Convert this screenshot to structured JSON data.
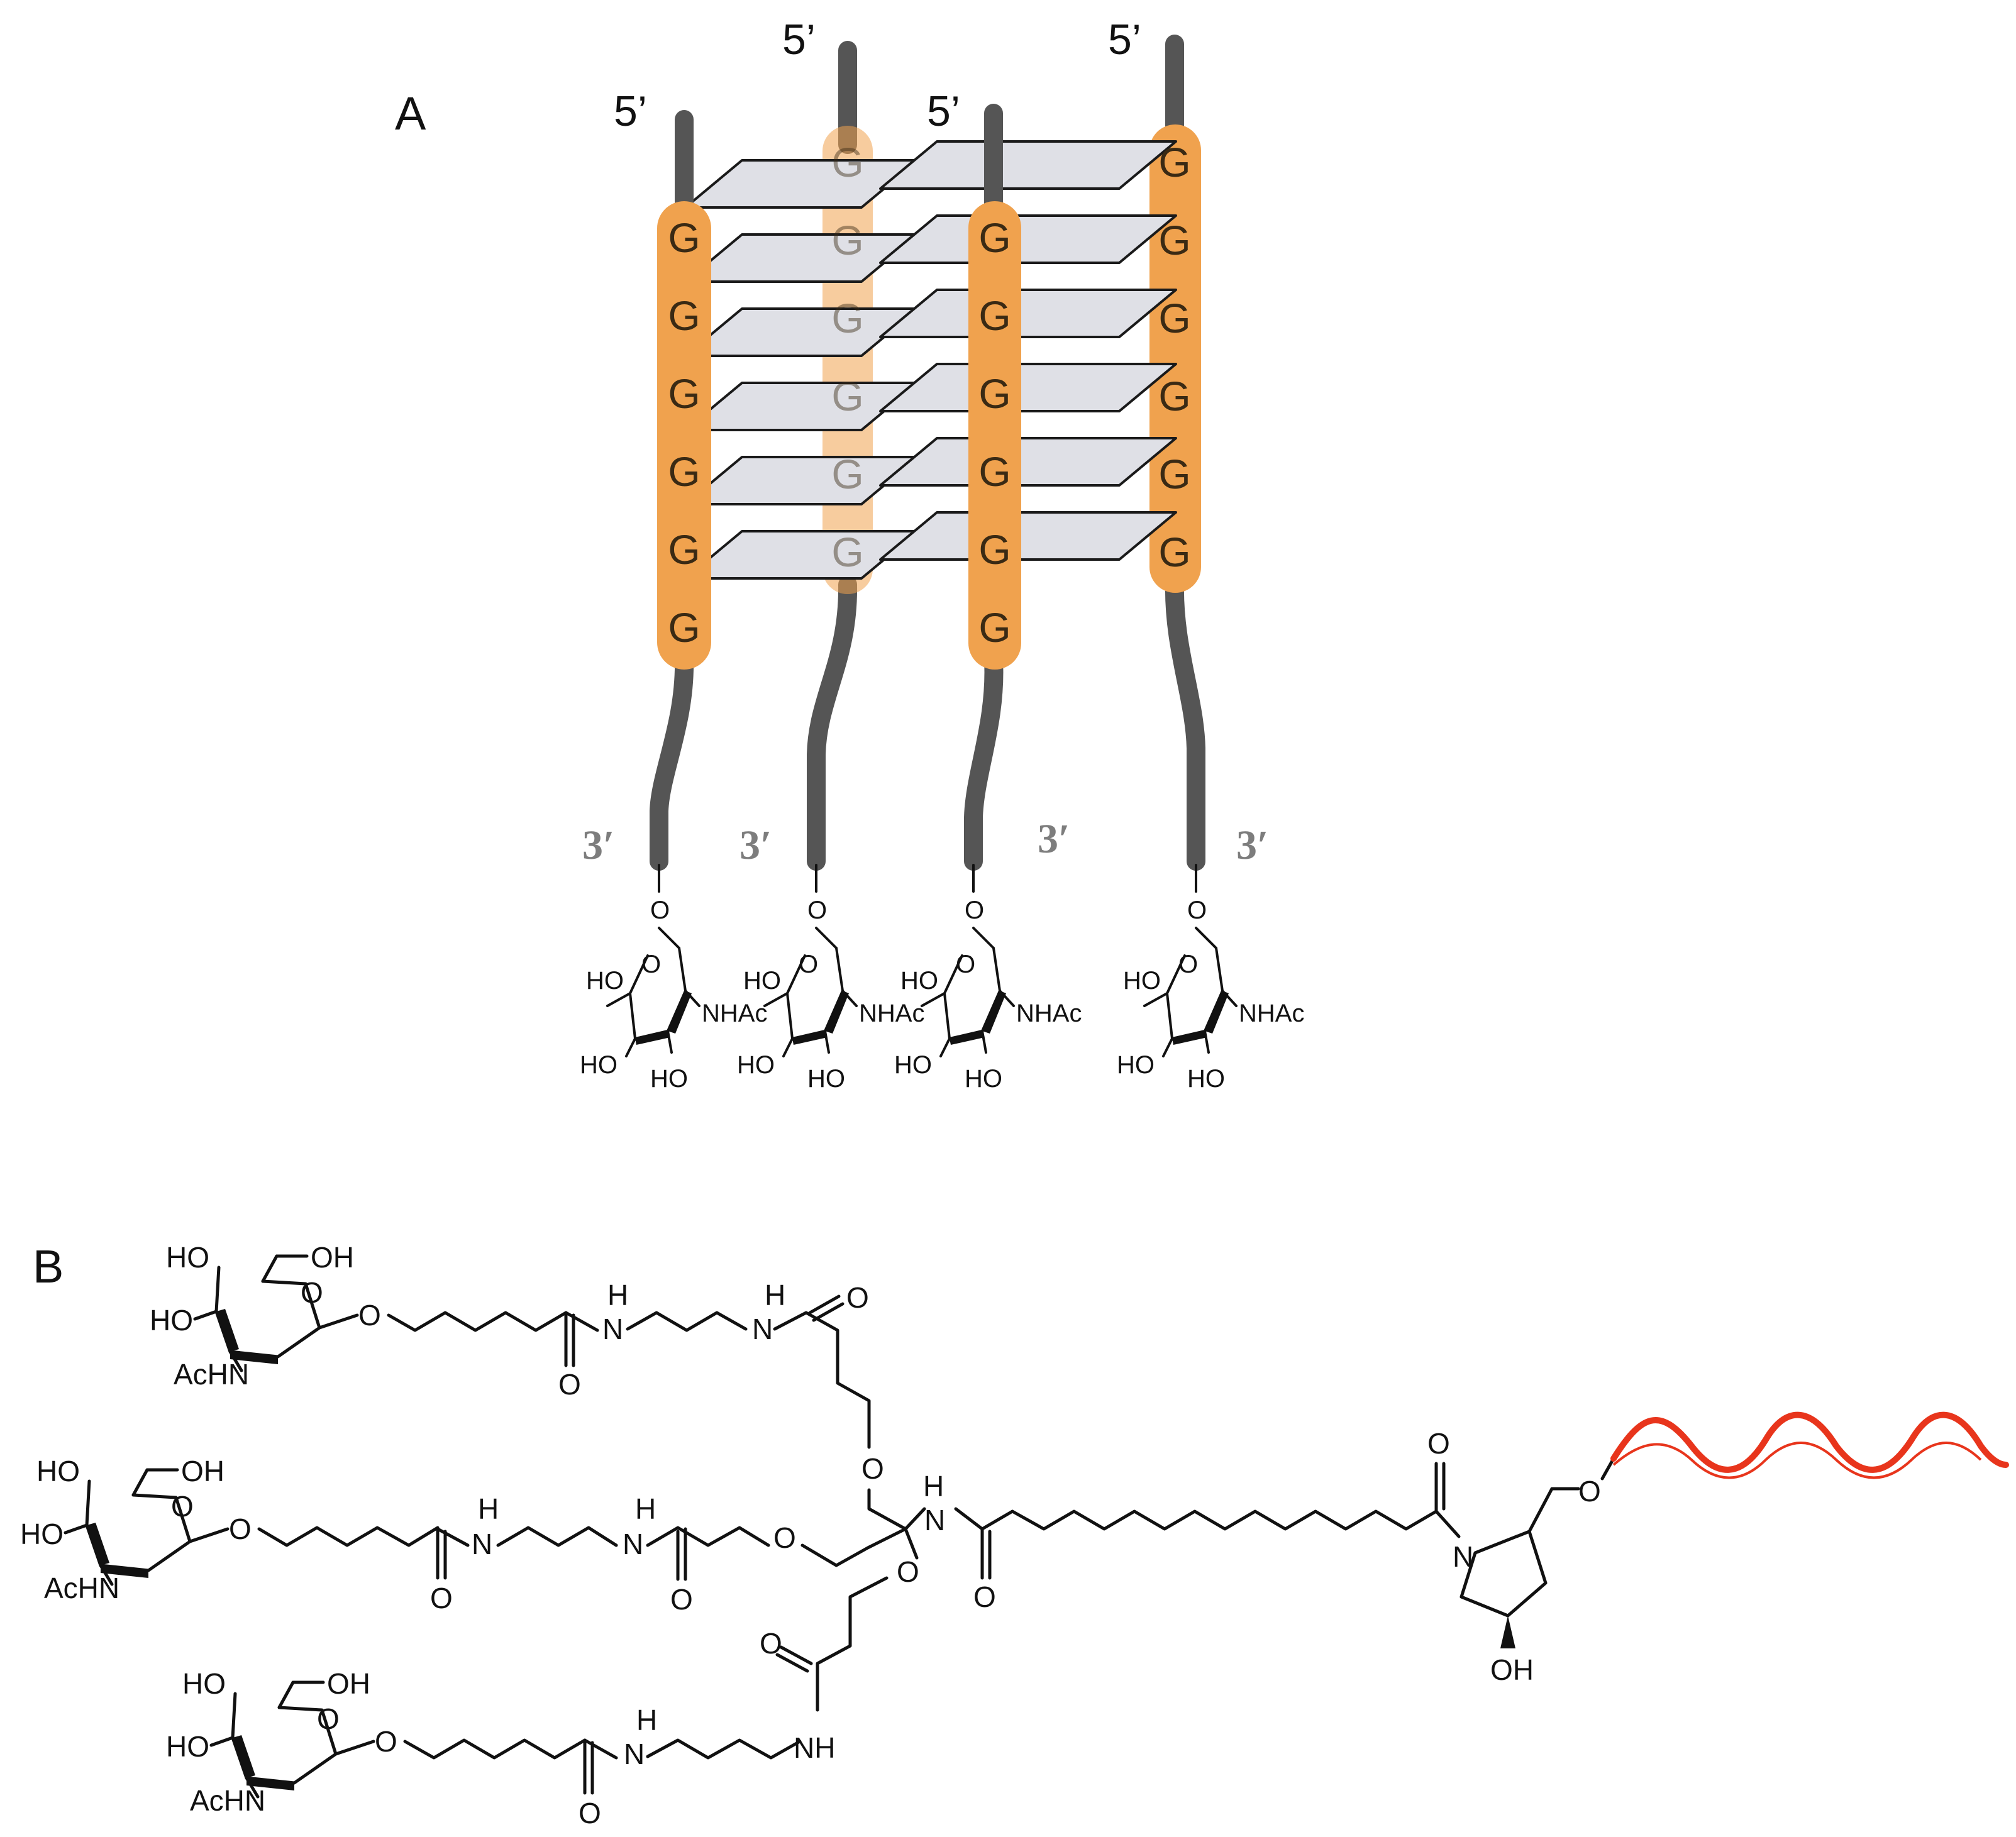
{
  "panels": {
    "a": {
      "label": "A"
    },
    "b": {
      "label": "B"
    }
  },
  "strand_labels": {
    "five_prime": "5’",
    "three_prime": "3′"
  },
  "base_letter": "G",
  "strands": [
    {
      "guanines": 6
    },
    {
      "guanines": 6
    },
    {
      "guanines": 6
    },
    {
      "guanines": 6
    }
  ],
  "sugar_labels": {
    "ring_o": "O",
    "linker_o": "O",
    "ho": "HO",
    "nhac": "NHAc"
  },
  "structure_b_labels": {
    "ho": "HO",
    "oh": "OH",
    "o": "O",
    "achn": "AcHN",
    "nh_h": "H",
    "n": "N",
    "nh": "NH",
    "pyrrolidine_n": "N",
    "hydroxyl": "OH"
  },
  "colors": {
    "guanine_column": "#f0a24e",
    "strand": "#555555",
    "tetrad_plane": "#dfe0e6",
    "oligo_helix": "#e8351c",
    "three_prime_label": "#7d7d7d"
  }
}
